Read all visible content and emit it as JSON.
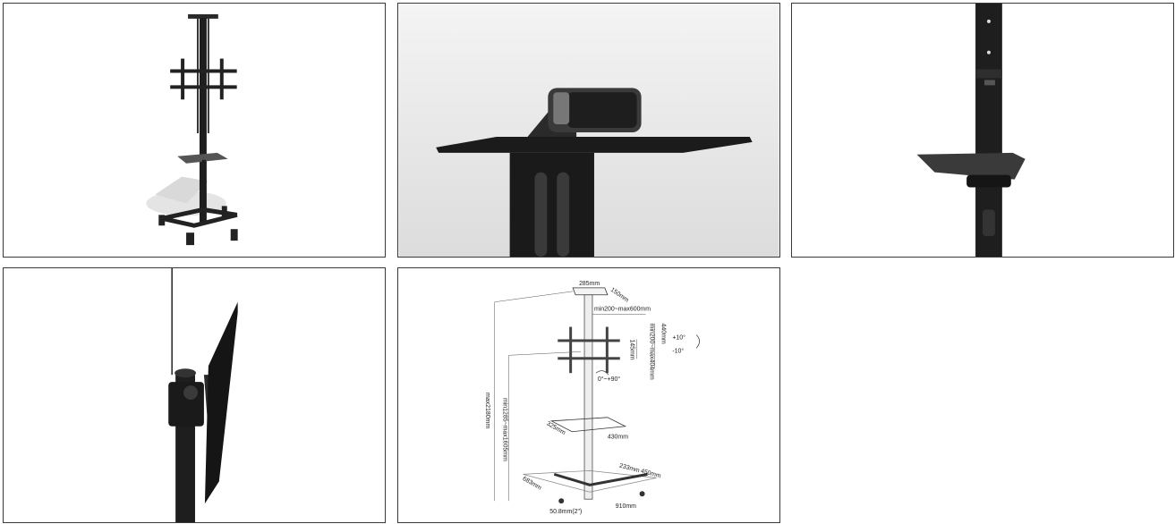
{
  "panels": [
    {
      "name": "tv-cart-full-view"
    },
    {
      "name": "webcam-on-top-shelf"
    },
    {
      "name": "pole-shelf-closeup"
    },
    {
      "name": "tilt-mount-side-view"
    },
    {
      "name": "dimension-diagram"
    }
  ],
  "dimensions": {
    "top_width": "285mm",
    "top_depth": "150mm",
    "vesa_horizontal": "min200~max600mm",
    "bracket_height": "440mm",
    "vesa_vertical": "min200~max404mm",
    "bracket_spacing": "145mm",
    "tilt_up": "+10°",
    "tilt_down": "-10°",
    "rotation": "0°~+90°",
    "total_height": "max2180mm",
    "center_height": "min1285~max1605mm",
    "shelf_depth": "325mm",
    "shelf_width": "430mm",
    "base_depth_right": "233mm",
    "base_width_right": "450mm",
    "base_depth_left": "683mm",
    "caster_size": "50.8mm(2\")",
    "base_width": "910mm"
  }
}
